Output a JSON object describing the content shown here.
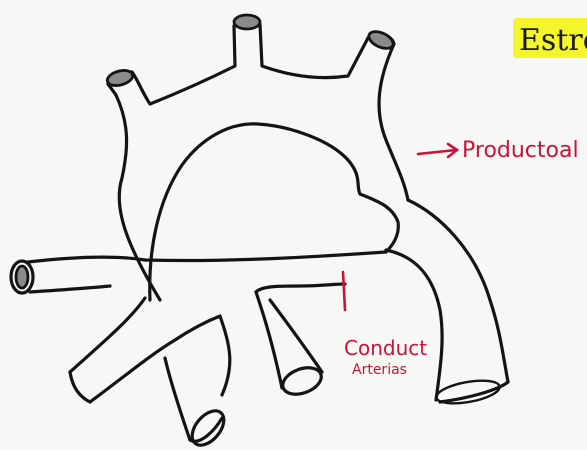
{
  "title_fragment": "Estre",
  "labels": {
    "productoal": "Productoal",
    "conduct_line1": "Conduct",
    "conduct_line2": "Arterias"
  },
  "colors": {
    "ink": "#141414",
    "annotation": "#c8143c",
    "highlight": "#f4f52a",
    "paper": "#f7f7f5"
  }
}
